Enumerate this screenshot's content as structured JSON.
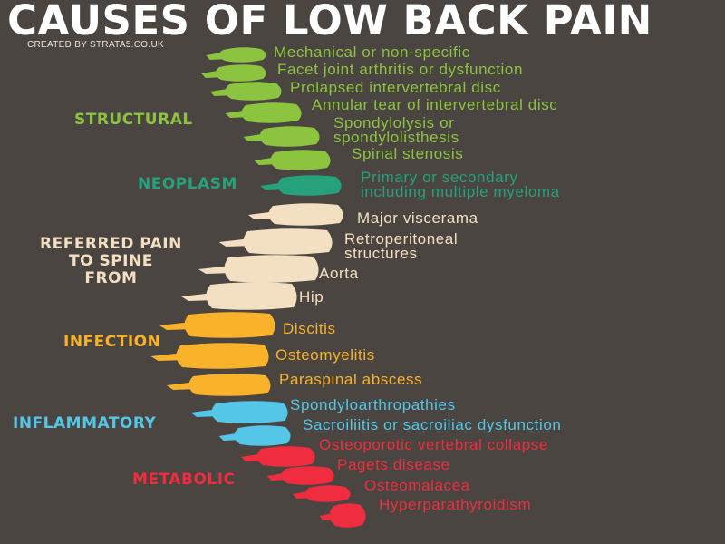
{
  "title": "CAUSES OF LOW BACK PAIN",
  "credit": "CREATED BY STRATA5.CO.UK",
  "colors": {
    "background": "#4a4541",
    "structural": "#8cc43f",
    "neoplasm": "#27a07c",
    "referred": "#f3dfc1",
    "infection": "#f9b22a",
    "inflammatory": "#54c6e8",
    "metabolic": "#ef2d3e"
  },
  "categories": [
    {
      "label": "STRUCTURAL",
      "items": [
        "Mechanical or non-specific",
        "Facet joint arthritis or dysfunction",
        "Prolapsed intervertebral disc",
        "Annular tear of intervertebral disc",
        "Spondylolysis or\nspondylolisthesis",
        "Spinal stenosis"
      ]
    },
    {
      "label": "NEOPLASM",
      "items": [
        "Primary or secondary\nincluding multiple myeloma"
      ]
    },
    {
      "label": "REFERRED PAIN\nTO SPINE\nFROM",
      "items": [
        "Major viscerama",
        "Retroperitoneal\nstructures",
        "Aorta",
        "Hip"
      ]
    },
    {
      "label": "INFECTION",
      "items": [
        "Discitis",
        "Osteomyelitis",
        "Paraspinal abscess"
      ]
    },
    {
      "label": "INFLAMMATORY",
      "items": [
        "Spondyloarthropathies",
        "Sacroiliitis or sacroiliac dysfunction"
      ]
    },
    {
      "label": "METABOLIC",
      "items": [
        "Osteoporotic vertebral collapse",
        "Pagets disease",
        "Osteomalacea",
        "Hyperparathyroidism"
      ]
    }
  ]
}
